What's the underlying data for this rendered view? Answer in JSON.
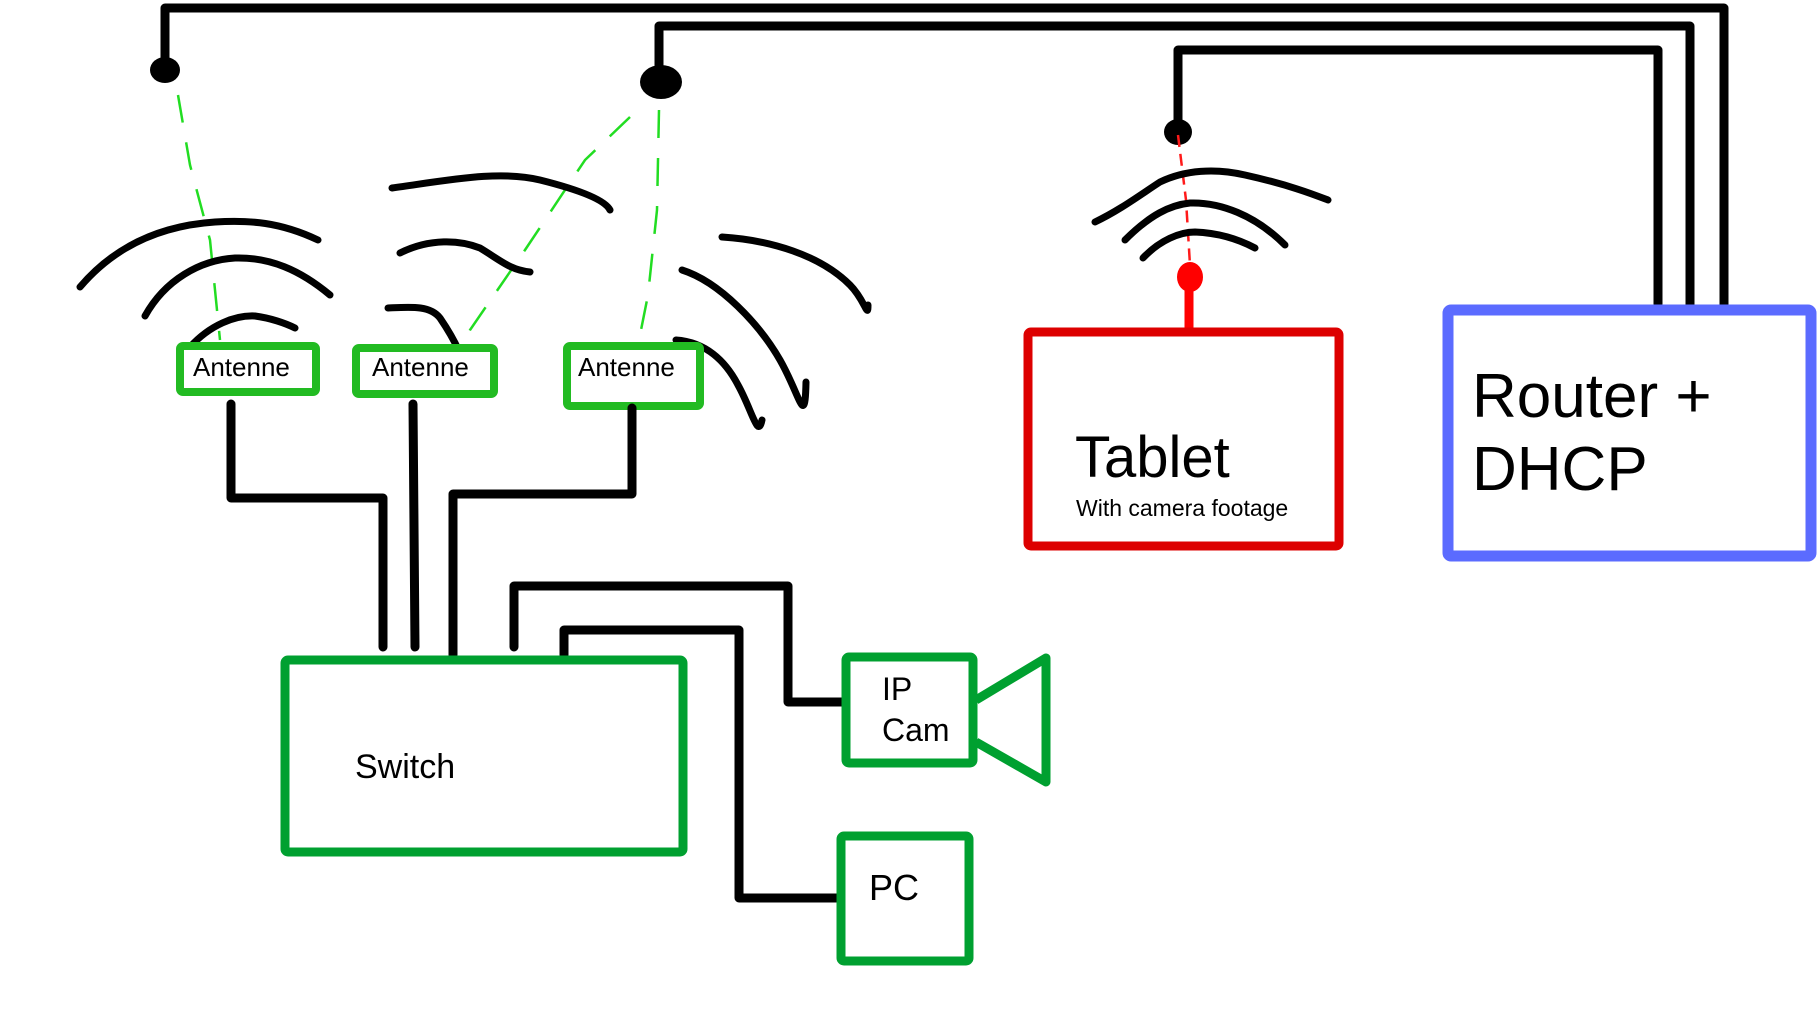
{
  "diagram": {
    "title": "",
    "colors": {
      "wire": "#000000",
      "antenna_border": "#22bb22",
      "wired_device_border": "#00a030",
      "tablet_border": "#dd0000",
      "tablet_antenna": "#ff0000",
      "router_border": "#5b6bff",
      "beam_green": "#22dd22",
      "beam_red": "#ff1a1a"
    },
    "antennas": [
      {
        "label": "Antenne"
      },
      {
        "label": "Antenne"
      },
      {
        "label": "Antenne"
      }
    ],
    "switch": {
      "label": "Switch"
    },
    "ip_cam": {
      "label_line1": "IP",
      "label_line2": "Cam"
    },
    "pc": {
      "label": "PC"
    },
    "tablet": {
      "label": "Tablet",
      "sublabel": "With camera footage"
    },
    "router": {
      "label_line1": "Router +",
      "label_line2": "DHCP"
    },
    "connections": [
      {
        "from": "Antenne 1",
        "to": "Switch",
        "type": "wired"
      },
      {
        "from": "Antenne 2",
        "to": "Switch",
        "type": "wired"
      },
      {
        "from": "Antenne 3",
        "to": "Switch",
        "type": "wired"
      },
      {
        "from": "Switch",
        "to": "IP Cam",
        "type": "wired"
      },
      {
        "from": "Switch",
        "to": "PC",
        "type": "wired"
      },
      {
        "from": "Access point 1",
        "to": "Router + DHCP",
        "type": "wired"
      },
      {
        "from": "Access point 2",
        "to": "Router + DHCP",
        "type": "wired"
      },
      {
        "from": "Access point 3",
        "to": "Router + DHCP",
        "type": "wired"
      },
      {
        "from": "Access point 1",
        "to": "Antenne 1",
        "type": "wireless"
      },
      {
        "from": "Access point 2",
        "to": "Antenne 2",
        "type": "wireless"
      },
      {
        "from": "Access point 2",
        "to": "Antenne 3",
        "type": "wireless"
      },
      {
        "from": "Access point 3",
        "to": "Tablet",
        "type": "wireless"
      }
    ]
  }
}
